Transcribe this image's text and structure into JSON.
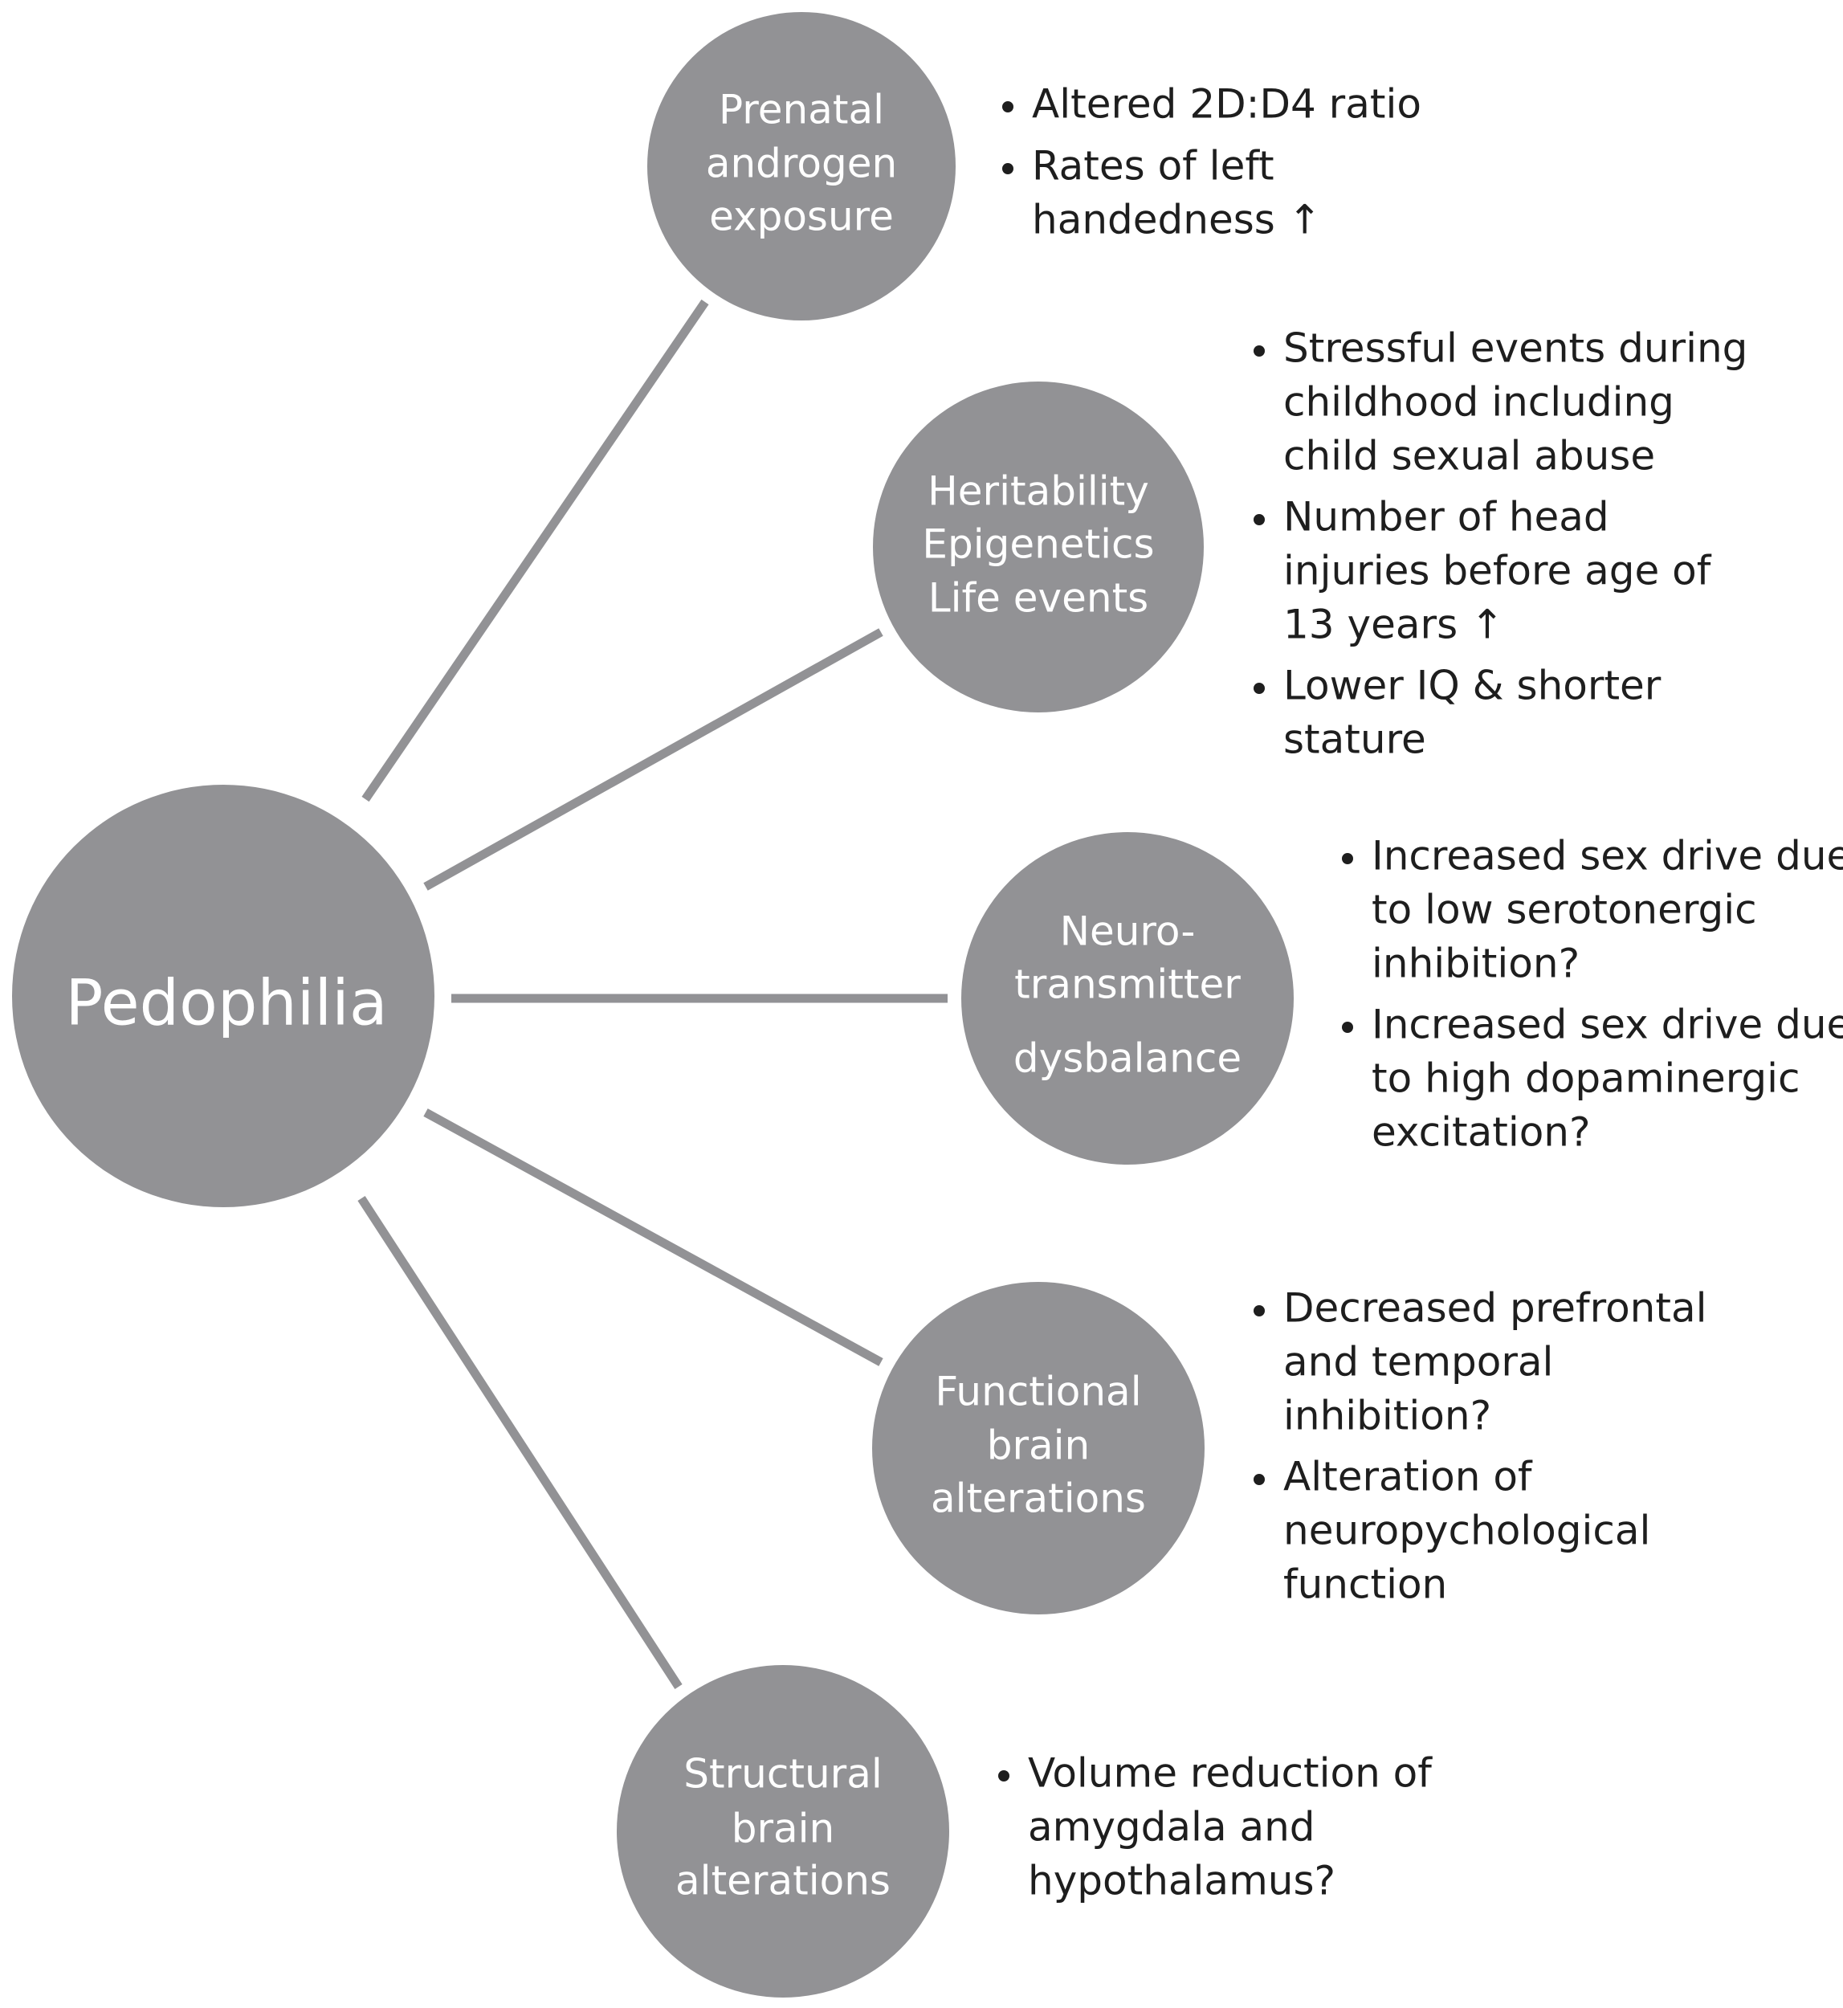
{
  "center": {
    "label": "Pedophilia"
  },
  "factors": [
    {
      "id": "prenatal",
      "lines": [
        "Prenatal",
        "androgen",
        "exposure"
      ],
      "bullets": [
        [
          "Altered 2D:D4 ratio"
        ],
        [
          "Rates of left",
          "handedness ↑"
        ]
      ]
    },
    {
      "id": "heritability",
      "lines": [
        "Heritability",
        "Epigenetics",
        "Life events"
      ],
      "bullets": [
        [
          "Stressful events during",
          "childhood including",
          "child sexual abuse"
        ],
        [
          "Number of head",
          "injuries before age of",
          "13 years ↑"
        ],
        [
          "Lower IQ & shorter",
          "stature"
        ]
      ]
    },
    {
      "id": "neurotransmitter",
      "lines": [
        "Neuro-",
        "transmitter",
        "dysbalance"
      ],
      "bullets": [
        [
          "Increased sex drive due",
          "to low serotonergic",
          "inhibition?"
        ],
        [
          "Increased sex drive due",
          "to high dopaminergic",
          "excitation?"
        ]
      ]
    },
    {
      "id": "functional",
      "lines": [
        "Functional",
        "brain",
        "alterations"
      ],
      "bullets": [
        [
          "Decreased prefrontal",
          "and temporal",
          "inhibition?"
        ],
        [
          "Alteration of",
          "neuropychological",
          "function"
        ]
      ]
    },
    {
      "id": "structural",
      "lines": [
        "Structural",
        "brain",
        "alterations"
      ],
      "bullets": [
        [
          "Volume reduction of",
          "amygdala and",
          "hypothalamus?"
        ]
      ]
    }
  ],
  "colors": {
    "circle": "#929295",
    "connector": "#929295",
    "text": "#1e1e1e"
  }
}
